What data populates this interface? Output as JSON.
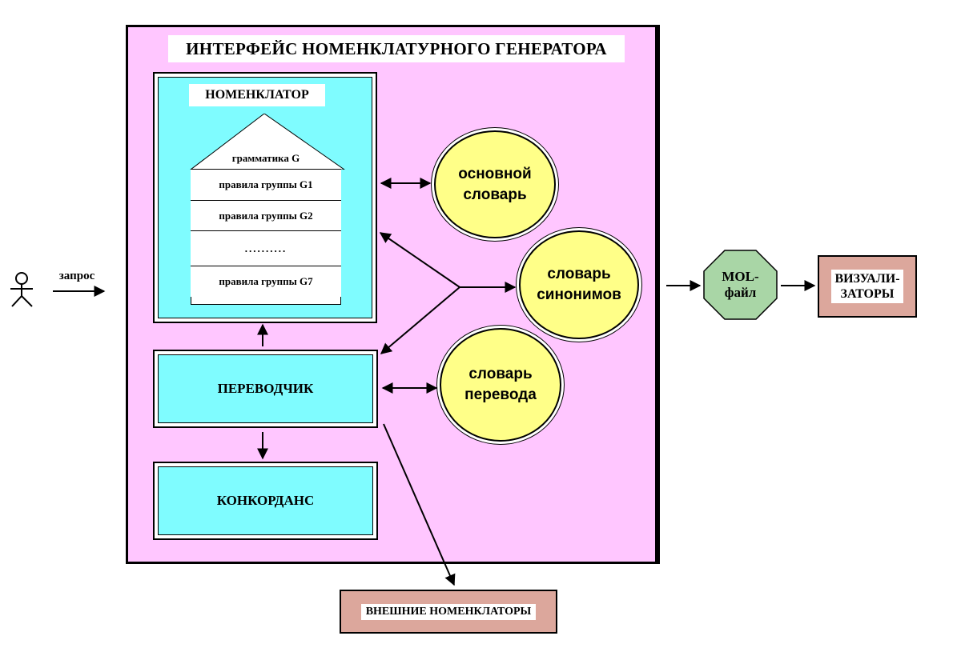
{
  "diagram": {
    "title": "ИНТЕРФЕЙС НОМЕНКЛАТУРНОГО ГЕНЕРАТОРА",
    "nomenclator": {
      "label": "НОМЕНКЛАТОР",
      "grammar": "грамматика G",
      "rows": [
        "правила группы G1",
        "правила группы G2",
        "..........",
        "правила группы G7"
      ]
    },
    "translator": "ПЕРЕВОДЧИК",
    "concordance": "КОНКОРДАНС",
    "dictionaries": {
      "main": [
        "основной",
        "словарь"
      ],
      "synonyms": [
        "словарь",
        "синонимов"
      ],
      "translation": [
        "словарь",
        "перевода"
      ]
    },
    "request_label": "запрос",
    "mol_file": [
      "MOL-",
      "файл"
    ],
    "visualizers": [
      "ВИЗУАЛИ-",
      "ЗАТОРЫ"
    ],
    "external_nomenclators": "ВНЕШНИЕ НОМЕНКЛАТОРЫ"
  },
  "colors": {
    "frame_fill": "#ffc6ff",
    "module_fill": "#7ffcff",
    "dictionary_fill": "#ffff88",
    "mol_fill": "#a9d6a6",
    "output_fill": "#dca79c"
  }
}
